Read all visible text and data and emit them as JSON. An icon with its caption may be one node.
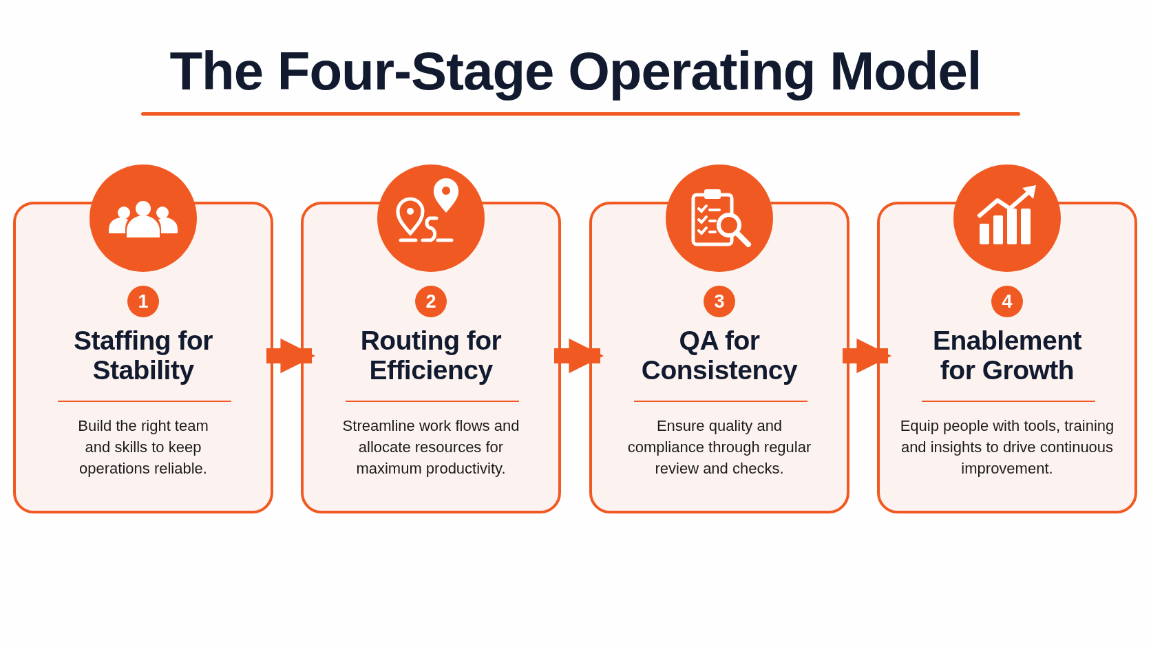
{
  "diagram": {
    "title": "The Four-Stage Operating Model",
    "nodes": [
      {
        "text": [
          "Staffing for Stability",
          "Build the right team and skills to keep operations reliable."
        ]
      },
      {
        "text": [
          "1"
        ],
        "in": 0
      },
      {
        "text": [
          "Routing for Efficiency",
          "Streamline work flows and allocate resources for maximum productivity."
        ]
      },
      {
        "text": [
          "2"
        ],
        "in": 2
      },
      {
        "text": [
          "QA for Consistency",
          "Ensure quality and compliance through regular review and checks."
        ]
      },
      {
        "text": [
          "3"
        ],
        "in": 4
      },
      {
        "text": [
          "Enablement for Growth",
          "Equip people with tools, training and insights to drive continuous improvement."
        ]
      },
      {
        "text": [
          "4"
        ],
        "in": 6
      }
    ],
    "edges": [
      {
        "from": 0,
        "to": 2,
        "arrow": "to"
      },
      {
        "from": 2,
        "to": 4,
        "arrow": "to"
      },
      {
        "from": 4,
        "to": 6,
        "arrow": "to"
      }
    ]
  }
}
